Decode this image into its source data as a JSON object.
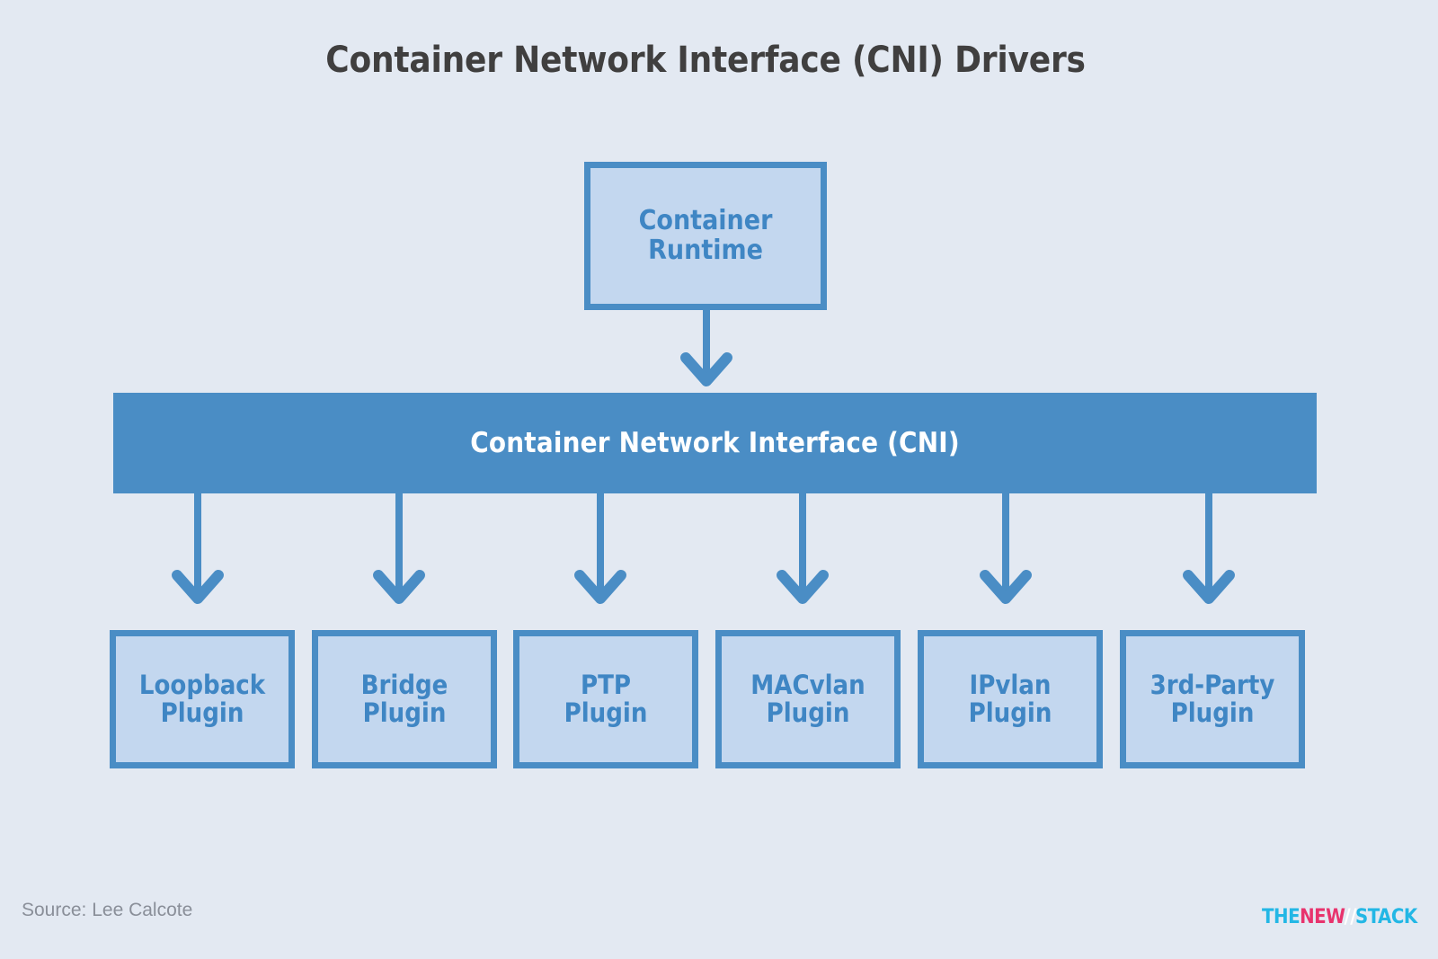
{
  "title": "Container Network Interface (CNI) Drivers",
  "colors": {
    "background": "#e3e9f2",
    "accent_blue": "#4a8dc5",
    "box_fill": "#c3d7ef",
    "box_text": "#3f86c4",
    "title_text": "#403f3f",
    "bar_text": "#ffffff",
    "source_text": "#8a8f99",
    "logo_cyan": "#23b7e5",
    "logo_pink": "#e8336d"
  },
  "runtime": {
    "label_line1": "Container",
    "label_line2": "Runtime"
  },
  "cni_bar": {
    "label": "Container Network Interface (CNI)"
  },
  "plugins": [
    {
      "line1": "Loopback",
      "line2": "Plugin",
      "name": "loopback"
    },
    {
      "line1": "Bridge",
      "line2": "Plugin",
      "name": "bridge"
    },
    {
      "line1": "PTP",
      "line2": "Plugin",
      "name": "ptp"
    },
    {
      "line1": "MACvlan",
      "line2": "Plugin",
      "name": "macvlan"
    },
    {
      "line1": "IPvlan",
      "line2": "Plugin",
      "name": "ipvlan"
    },
    {
      "line1": "3rd-Party",
      "line2": "Plugin",
      "name": "3rd-party"
    }
  ],
  "footer": {
    "source": "Source: Lee Calcote",
    "logo": {
      "the": "THE",
      "new": "NEW",
      "slash": "//",
      "stack": "STACK"
    }
  },
  "diagram_data": {
    "type": "hierarchy",
    "root": "Container Runtime",
    "middle_layer": "Container Network Interface (CNI)",
    "leaves": [
      "Loopback Plugin",
      "Bridge Plugin",
      "PTP Plugin",
      "MACvlan Plugin",
      "IPvlan Plugin",
      "3rd-Party Plugin"
    ],
    "edges": [
      {
        "from": "Container Runtime",
        "to": "Container Network Interface (CNI)",
        "style": "down-arrow"
      },
      {
        "from": "Container Network Interface (CNI)",
        "to": "Loopback Plugin",
        "style": "down-arrow"
      },
      {
        "from": "Container Network Interface (CNI)",
        "to": "Bridge Plugin",
        "style": "down-arrow"
      },
      {
        "from": "Container Network Interface (CNI)",
        "to": "PTP Plugin",
        "style": "down-arrow"
      },
      {
        "from": "Container Network Interface (CNI)",
        "to": "MACvlan Plugin",
        "style": "down-arrow"
      },
      {
        "from": "Container Network Interface (CNI)",
        "to": "IPvlan Plugin",
        "style": "down-arrow"
      },
      {
        "from": "Container Network Interface (CNI)",
        "to": "3rd-Party Plugin",
        "style": "down-arrow"
      }
    ]
  }
}
